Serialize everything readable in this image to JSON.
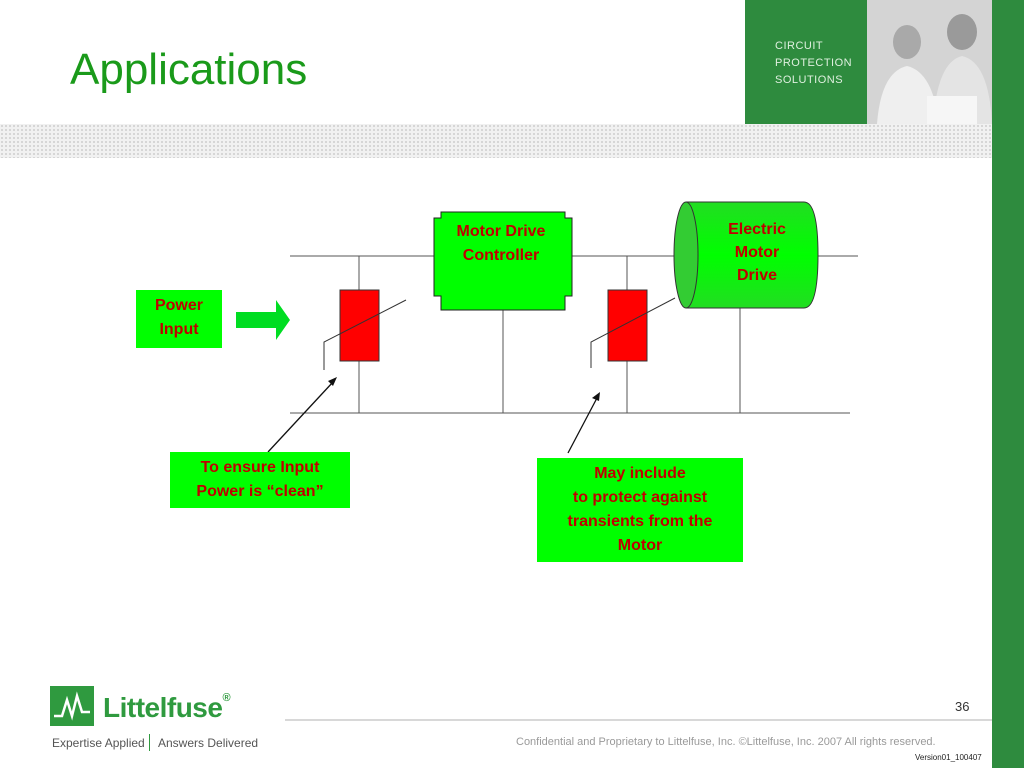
{
  "slide": {
    "title": "Applications",
    "page_number": "36",
    "version": "Version01_100407"
  },
  "branding": {
    "panel_lines": [
      "CIRCUIT",
      "PROTECTION",
      "SOLUTIONS"
    ],
    "logo_name": "Littelfuse",
    "registered": "®",
    "tagline_left": "Expertise Applied",
    "tagline_right": "Answers Delivered",
    "confidential": "Confidential and Proprietary to Littelfuse, Inc.  ©Littelfuse, Inc. 2007 All rights reserved.",
    "brand_color": "#2e8b3e"
  },
  "diagram": {
    "power_input": [
      "Power",
      "Input"
    ],
    "motor_drive_controller": [
      "Motor Drive",
      "Controller"
    ],
    "electric_motor_drive": [
      "Electric",
      "Motor",
      "Drive"
    ],
    "callout_left": [
      "To ensure Input",
      "Power is “clean”"
    ],
    "callout_right": [
      "May include",
      "to protect against",
      "transients from the",
      "Motor"
    ],
    "colors": {
      "box_fill": "#00ff00",
      "label_text": "#c00000",
      "varistor": "#ff0000"
    }
  }
}
